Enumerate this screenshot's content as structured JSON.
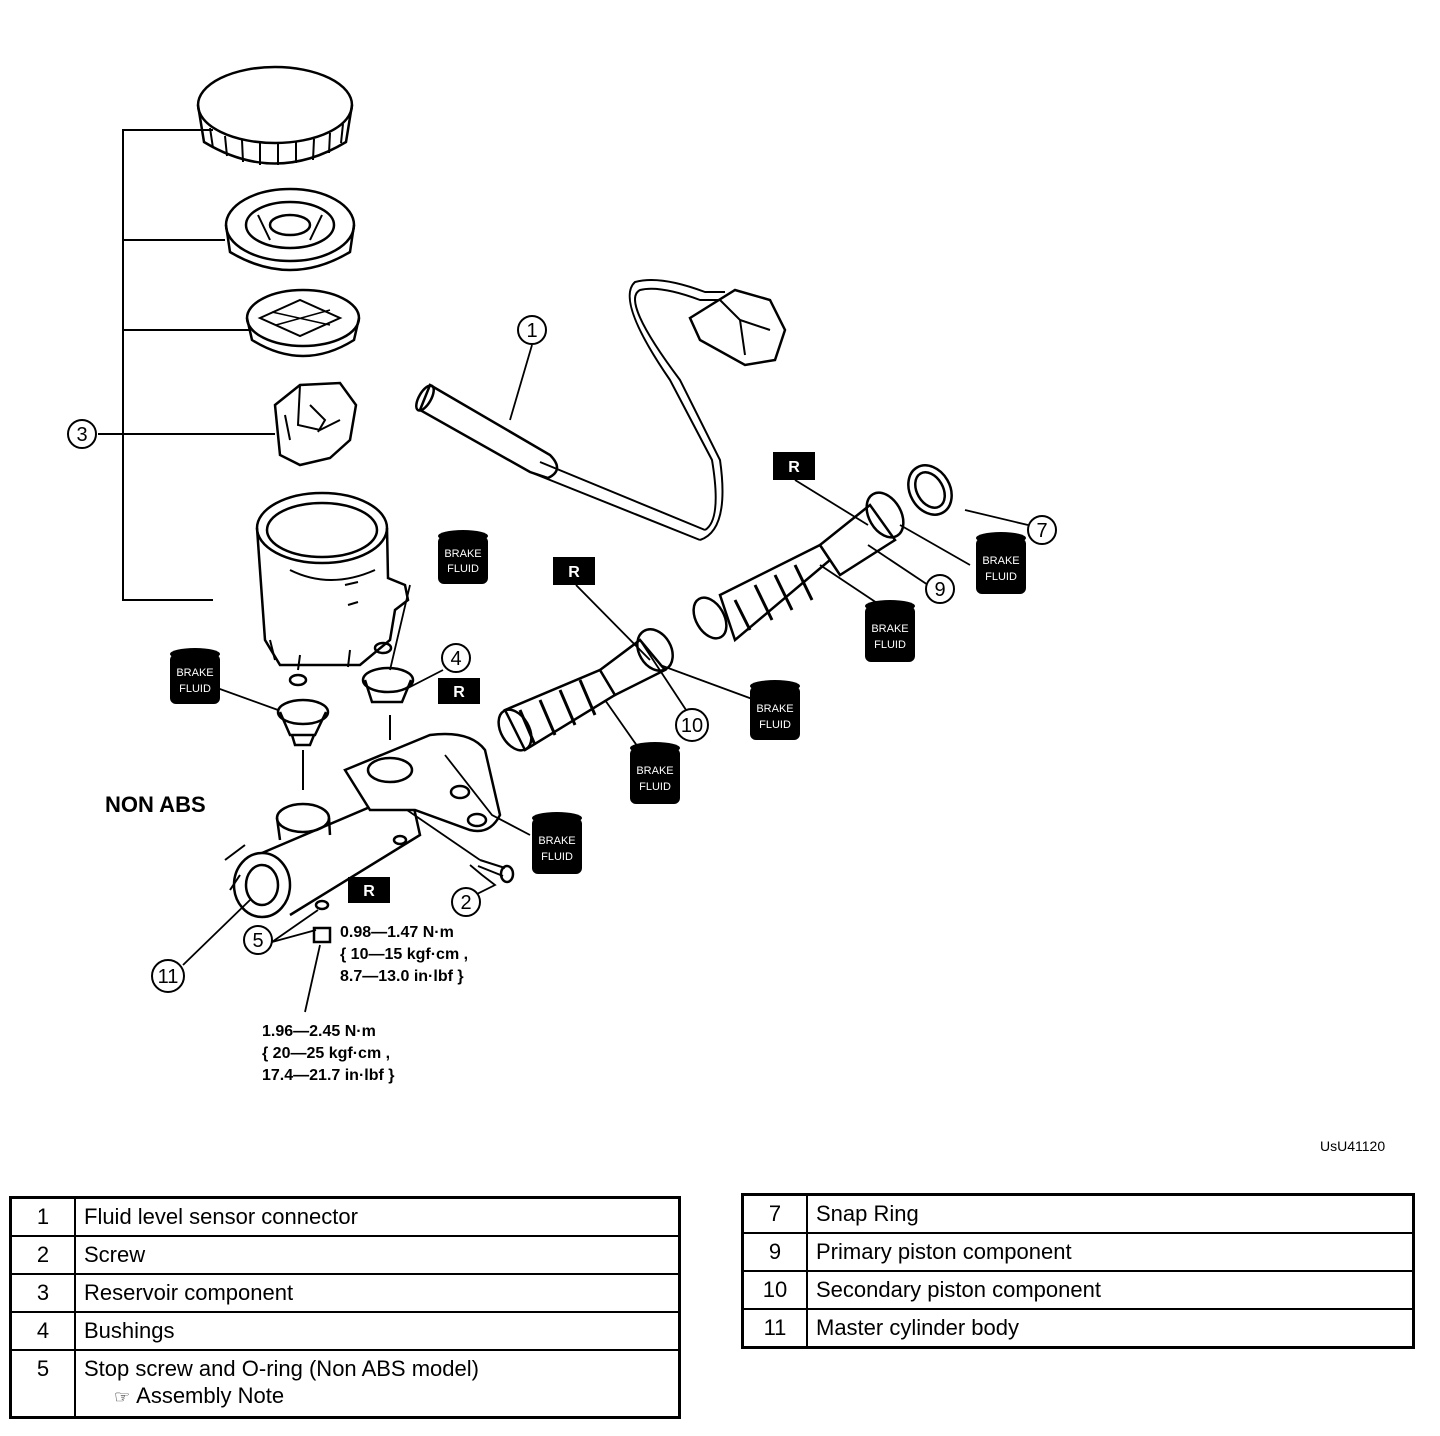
{
  "figure": {
    "drawing_code": "UsU41120",
    "variant_label": "NON ABS",
    "badge_letter": "R",
    "fluid_line1": "BRAKE",
    "fluid_line2": "FLUID",
    "callouts": [
      "1",
      "2",
      "3",
      "4",
      "5",
      "7",
      "9",
      "10",
      "11"
    ],
    "torque_stop_screw": {
      "line1": "0.98—1.47 N·m",
      "line2": "{ 10—15 kgf·cm ,",
      "line3": "8.7—13.0 in·lbf }"
    },
    "torque_body": {
      "line1": "1.96—2.45 N·m",
      "line2": "{ 20—25 kgf·cm ,",
      "line3": "17.4—21.7 in·lbf }"
    }
  },
  "legend_left": [
    {
      "num": "1",
      "desc": "Fluid level sensor connector"
    },
    {
      "num": "2",
      "desc": "Screw"
    },
    {
      "num": "3",
      "desc": "Reservoir component"
    },
    {
      "num": "4",
      "desc": "Bushings"
    },
    {
      "num": "5",
      "desc": "Stop screw and O-ring (Non ABS model)",
      "note": "Assembly Note"
    }
  ],
  "legend_right": [
    {
      "num": "7",
      "desc": "Snap Ring"
    },
    {
      "num": "9",
      "desc": "Primary piston component"
    },
    {
      "num": "10",
      "desc": "Secondary piston component"
    },
    {
      "num": "11",
      "desc": "Master cylinder body"
    }
  ]
}
